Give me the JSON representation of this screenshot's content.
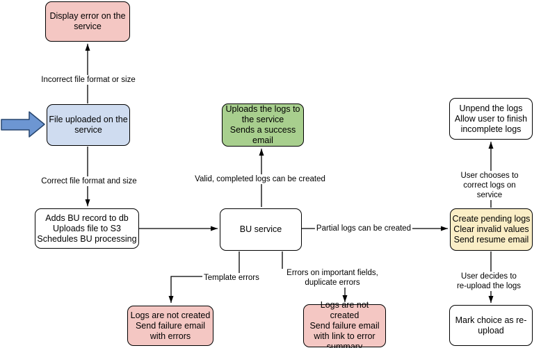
{
  "diagram_type": "flowchart",
  "nodes": {
    "display_error": {
      "label": "Display error on the\nservice",
      "color_key": "pink"
    },
    "file_uploaded": {
      "label": "File uploaded on the\nservice",
      "color_key": "blue"
    },
    "adds_bu": {
      "label": "Adds BU record to db\nUploads file to S3\nSchedules BU processing",
      "color_key": "white"
    },
    "bu_service": {
      "label": "BU service",
      "color_key": "white"
    },
    "uploads_logs": {
      "label": "Uploads the logs to\nthe service\nSends a success\nemail",
      "color_key": "green"
    },
    "create_pending": {
      "label": "Create pending logs\nClear invalid values\nSend resume email",
      "color_key": "yellow"
    },
    "unpend": {
      "label": "Unpend the logs\nAllow user to finish\nincomplete logs",
      "color_key": "white"
    },
    "mark_choice": {
      "label": "Mark choice as re-\nupload",
      "color_key": "white"
    },
    "logs_errors": {
      "label": "Logs are not created\nSend failure email\nwith errors",
      "color_key": "pink"
    },
    "logs_summary": {
      "label": "Logs are not created\nSend failure email\nwith link to error\nsummary",
      "color_key": "pink"
    }
  },
  "edges": {
    "incorrect_file": {
      "label": "Incorrect file format or size"
    },
    "correct_file": {
      "label": "Correct file format and size"
    },
    "valid_logs": {
      "label": "Valid, completed logs can be created"
    },
    "partial_logs": {
      "label": "Partial logs can be created"
    },
    "user_chooses": {
      "label": "User chooses to correct logs on service"
    },
    "user_decides": {
      "label": "User decides to re-upload the logs"
    },
    "template_errors": {
      "label": "Template errors"
    },
    "field_errors": {
      "label": "Errors on important fields,\nduplicate errors"
    }
  },
  "colors": {
    "pink": "#f4c7c3",
    "blue": "#cfdcf0",
    "green": "#a8cf8e",
    "yellow": "#faeec6",
    "white": "#ffffff",
    "node_border": "#000000",
    "connector": "#000000",
    "input_arrow_fill": "#6d96d2",
    "input_arrow_stroke": "#26456e"
  }
}
